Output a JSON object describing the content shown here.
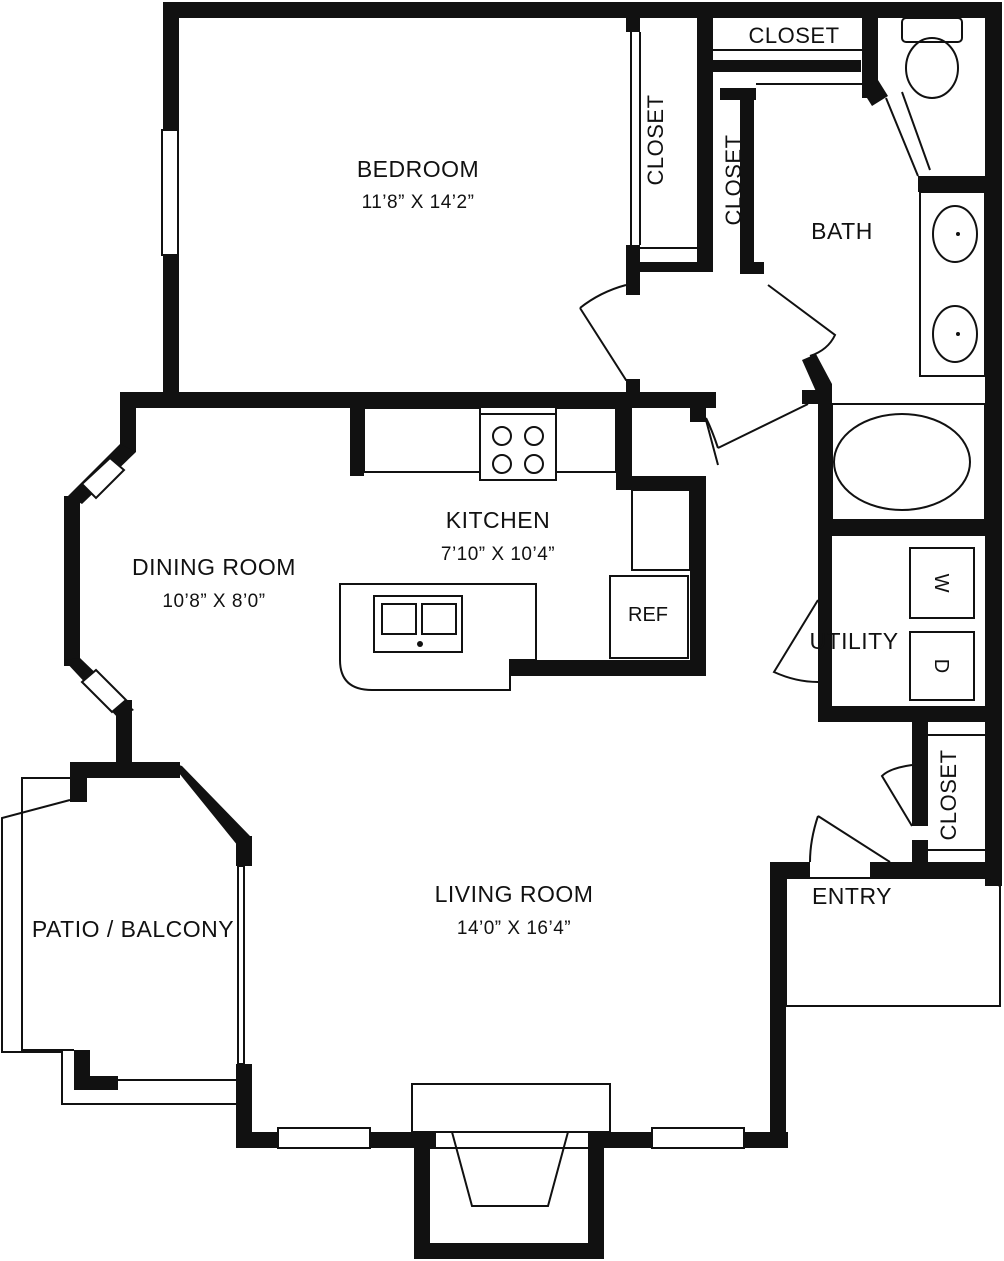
{
  "rooms": {
    "bedroom": {
      "name": "BEDROOM",
      "dims": "11’8” X 14’2”"
    },
    "kitchen": {
      "name": "KITCHEN",
      "dims": "7’10” X 10’4”"
    },
    "dining": {
      "name": "DINING ROOM",
      "dims": "10’8” X 8’0”"
    },
    "living": {
      "name": "LIVING ROOM",
      "dims": "14’0” X 16’4”"
    },
    "bath": {
      "name": "BATH"
    },
    "utility": {
      "name": "UTILITY"
    },
    "entry": {
      "name": "ENTRY"
    },
    "patio": {
      "name": "PATIO / BALCONY"
    }
  },
  "closets": {
    "top": "CLOSET",
    "bedroom": "CLOSET",
    "hall": "CLOSET",
    "entry": "CLOSET"
  },
  "appliances": {
    "refrigerator": "REF",
    "washer": "W",
    "dryer": "D"
  },
  "colors": {
    "wall": "#111111",
    "background": "#ffffff"
  }
}
